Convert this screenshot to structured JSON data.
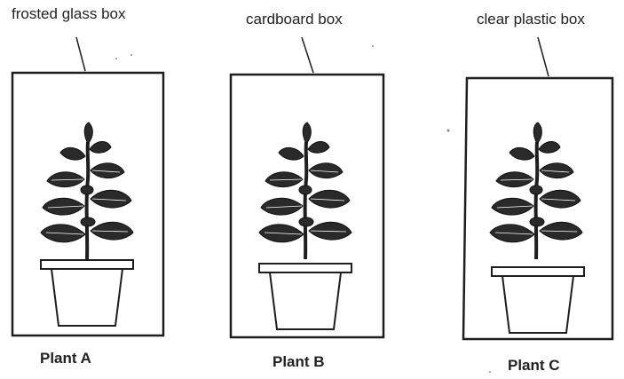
{
  "panels": [
    {
      "box_label": "frosted glass box",
      "plant_label": "Plant A"
    },
    {
      "box_label": "cardboard box",
      "plant_label": "Plant B"
    },
    {
      "box_label": "clear plastic box",
      "plant_label": "Plant C"
    }
  ],
  "colors": {
    "ink": "#1e1e1e",
    "leaf_vein": "#ffffff",
    "background": "#ffffff"
  }
}
